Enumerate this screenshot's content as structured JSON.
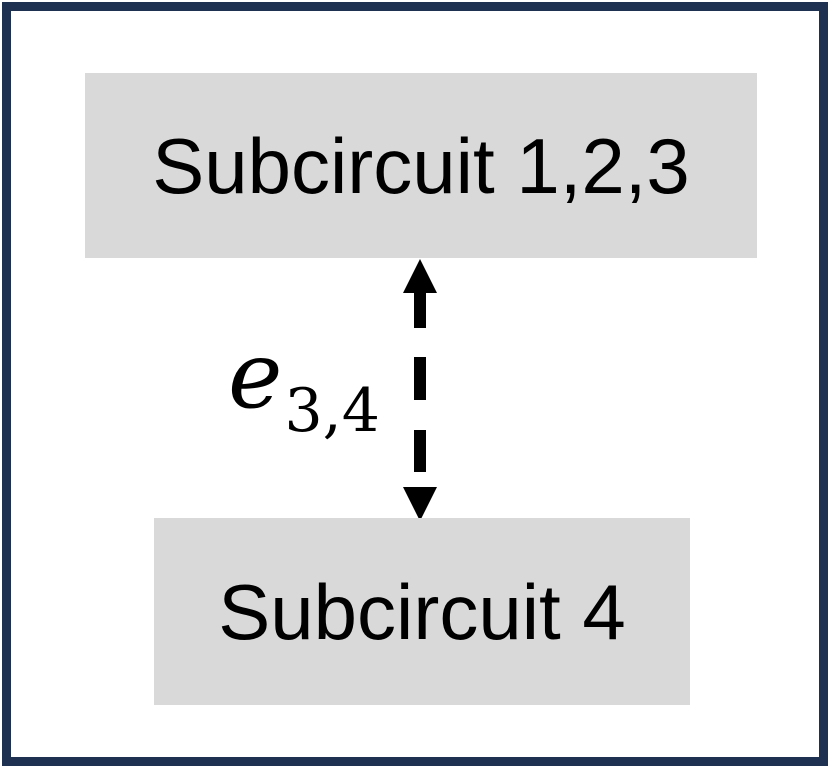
{
  "diagram": {
    "type": "block-diagram",
    "colors": {
      "border": "#1f3150",
      "node_fill": "#d9d9d9",
      "text": "#000000",
      "arrow": "#000000",
      "background": "#ffffff"
    },
    "nodes": [
      {
        "id": "subcircuit-1-2-3",
        "label": "Subcircuit 1,2,3"
      },
      {
        "id": "subcircuit-4",
        "label": "Subcircuit 4"
      }
    ],
    "edge": {
      "from": "subcircuit-1-2-3",
      "to": "subcircuit-4",
      "label_base": "e",
      "label_subscript": "3,4",
      "line_style": "dashed",
      "arrowheads": "both"
    }
  }
}
